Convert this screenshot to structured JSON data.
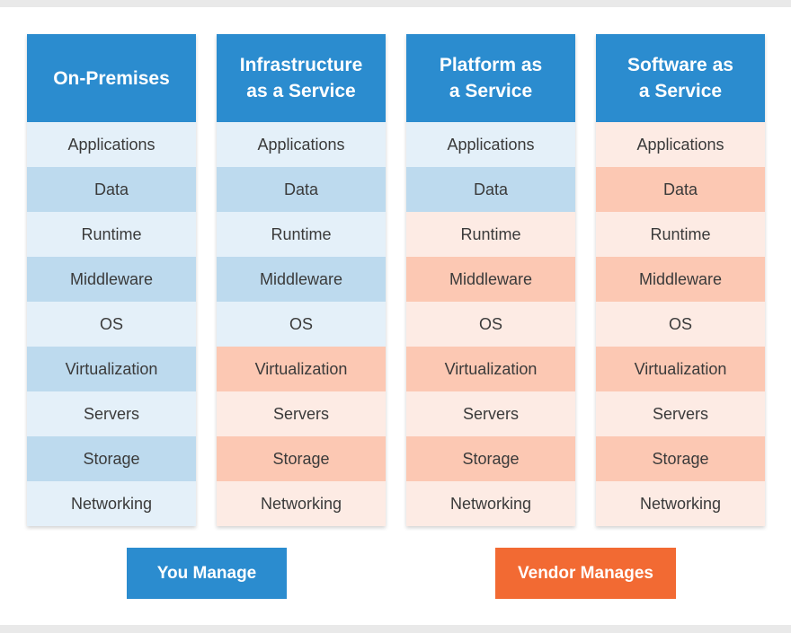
{
  "columns": [
    {
      "title": "On-Premises",
      "rows": [
        {
          "label": "Applications",
          "managed_by": "you"
        },
        {
          "label": "Data",
          "managed_by": "you"
        },
        {
          "label": "Runtime",
          "managed_by": "you"
        },
        {
          "label": "Middleware",
          "managed_by": "you"
        },
        {
          "label": "OS",
          "managed_by": "you"
        },
        {
          "label": "Virtualization",
          "managed_by": "you"
        },
        {
          "label": "Servers",
          "managed_by": "you"
        },
        {
          "label": "Storage",
          "managed_by": "you"
        },
        {
          "label": "Networking",
          "managed_by": "you"
        }
      ]
    },
    {
      "title": "Infrastructure\nas a Service",
      "rows": [
        {
          "label": "Applications",
          "managed_by": "you"
        },
        {
          "label": "Data",
          "managed_by": "you"
        },
        {
          "label": "Runtime",
          "managed_by": "you"
        },
        {
          "label": "Middleware",
          "managed_by": "you"
        },
        {
          "label": "OS",
          "managed_by": "you"
        },
        {
          "label": "Virtualization",
          "managed_by": "vendor"
        },
        {
          "label": "Servers",
          "managed_by": "vendor"
        },
        {
          "label": "Storage",
          "managed_by": "vendor"
        },
        {
          "label": "Networking",
          "managed_by": "vendor"
        }
      ]
    },
    {
      "title": "Platform as\na Service",
      "rows": [
        {
          "label": "Applications",
          "managed_by": "you"
        },
        {
          "label": "Data",
          "managed_by": "you"
        },
        {
          "label": "Runtime",
          "managed_by": "vendor"
        },
        {
          "label": "Middleware",
          "managed_by": "vendor"
        },
        {
          "label": "OS",
          "managed_by": "vendor"
        },
        {
          "label": "Virtualization",
          "managed_by": "vendor"
        },
        {
          "label": "Servers",
          "managed_by": "vendor"
        },
        {
          "label": "Storage",
          "managed_by": "vendor"
        },
        {
          "label": "Networking",
          "managed_by": "vendor"
        }
      ]
    },
    {
      "title": "Software as\na Service",
      "rows": [
        {
          "label": "Applications",
          "managed_by": "vendor"
        },
        {
          "label": "Data",
          "managed_by": "vendor"
        },
        {
          "label": "Runtime",
          "managed_by": "vendor"
        },
        {
          "label": "Middleware",
          "managed_by": "vendor"
        },
        {
          "label": "OS",
          "managed_by": "vendor"
        },
        {
          "label": "Virtualization",
          "managed_by": "vendor"
        },
        {
          "label": "Servers",
          "managed_by": "vendor"
        },
        {
          "label": "Storage",
          "managed_by": "vendor"
        },
        {
          "label": "Networking",
          "managed_by": "vendor"
        }
      ]
    }
  ],
  "legend": {
    "you_manage": "You Manage",
    "vendor_manages": "Vendor Manages"
  },
  "colors": {
    "you": "#2b8ccf",
    "vendor": "#f26a33"
  }
}
